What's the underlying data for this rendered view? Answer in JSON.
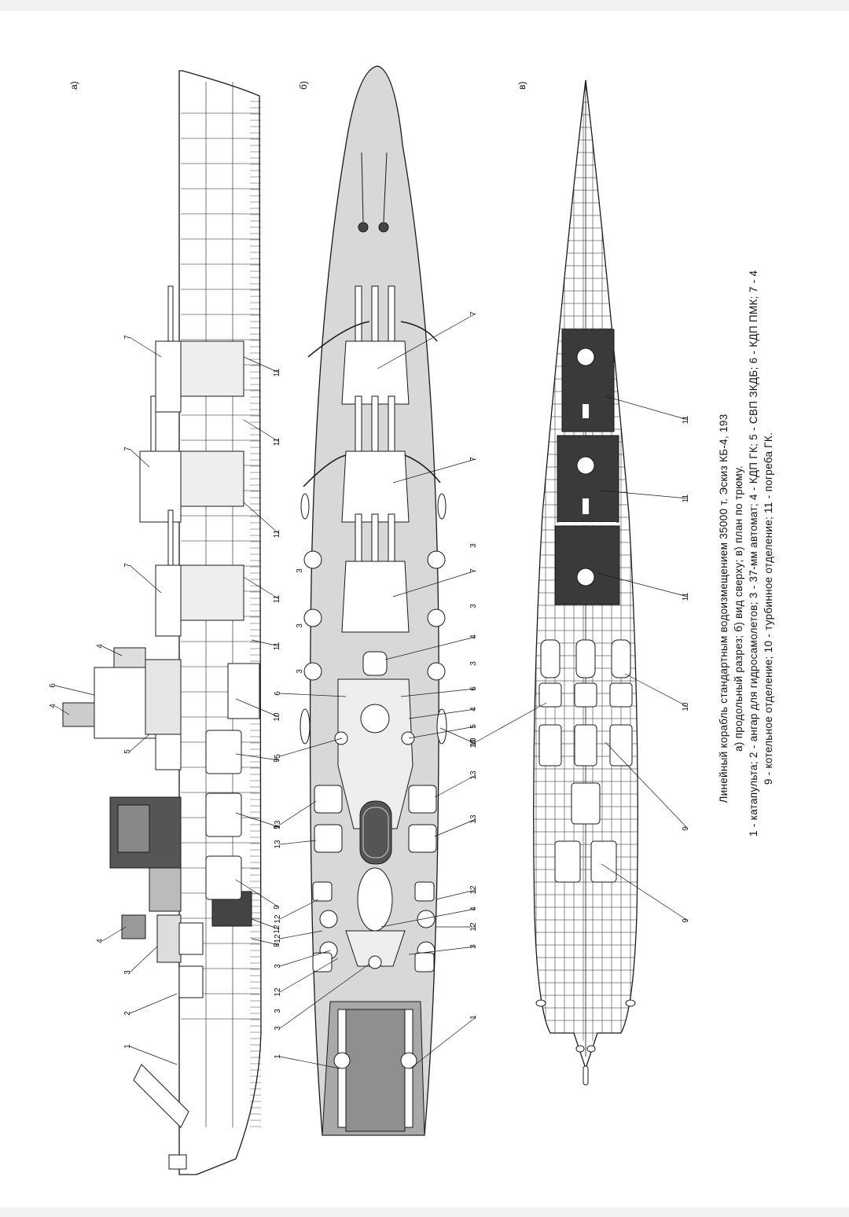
{
  "views": [
    {
      "key": "a",
      "label": "а)"
    },
    {
      "key": "b",
      "label": "б)"
    },
    {
      "key": "c",
      "label": "в)"
    }
  ],
  "callouts": {
    "side": [
      {
        "text": "7"
      },
      {
        "text": "7"
      },
      {
        "text": "7"
      },
      {
        "text": "11"
      },
      {
        "text": "11"
      },
      {
        "text": "11"
      },
      {
        "text": "11"
      },
      {
        "text": "11"
      },
      {
        "text": "4"
      },
      {
        "text": "6"
      },
      {
        "text": "4"
      },
      {
        "text": "5"
      },
      {
        "text": "10"
      },
      {
        "text": "9"
      },
      {
        "text": "9"
      },
      {
        "text": "9"
      },
      {
        "text": "4"
      },
      {
        "text": "3"
      },
      {
        "text": "2"
      },
      {
        "text": "1"
      },
      {
        "text": "12"
      },
      {
        "text": "8"
      }
    ],
    "plan": [
      {
        "text": "7"
      },
      {
        "text": "7"
      },
      {
        "text": "7"
      },
      {
        "text": "3"
      },
      {
        "text": "3"
      },
      {
        "text": "3"
      },
      {
        "text": "3"
      },
      {
        "text": "3"
      },
      {
        "text": "3"
      },
      {
        "text": "4"
      },
      {
        "text": "6"
      },
      {
        "text": "6"
      },
      {
        "text": "4"
      },
      {
        "text": "5"
      },
      {
        "text": "5"
      },
      {
        "text": "10"
      },
      {
        "text": "13"
      },
      {
        "text": "13"
      },
      {
        "text": "13"
      },
      {
        "text": "13"
      },
      {
        "text": "12"
      },
      {
        "text": "12"
      },
      {
        "text": "4"
      },
      {
        "text": "3"
      },
      {
        "text": "12"
      },
      {
        "text": "12"
      },
      {
        "text": "3"
      },
      {
        "text": "12"
      },
      {
        "text": "3"
      },
      {
        "text": "3"
      },
      {
        "text": "1"
      },
      {
        "text": "1"
      }
    ],
    "hold": [
      {
        "text": "11"
      },
      {
        "text": "11"
      },
      {
        "text": "11"
      },
      {
        "text": "10"
      },
      {
        "text": "10"
      },
      {
        "text": "9"
      },
      {
        "text": "9"
      }
    ]
  },
  "caption": {
    "line1": "Линейный корабль стандартным водоизмещением 35000 т. Эскиз КБ-4, 193",
    "line2": "а) продольный разрез; б) вид сверху; в) план по трюму.",
    "line3": "1 - катапульта; 2 - ангар для гидросамолетов; 3 - 37-мм автомат; 4 - КДП ГК; 5 - СВП ЗКДБ; 6 - КДП ПМК; 7 - 4",
    "line4": "9 - котельное отделение; 10 - турбинное отделение; 11 - погреба ГК."
  },
  "colors": {
    "deck": "#d8d8d8",
    "magazine": "#3a3a3a",
    "ink": "#1a1a1a",
    "paper": "#ffffff"
  }
}
